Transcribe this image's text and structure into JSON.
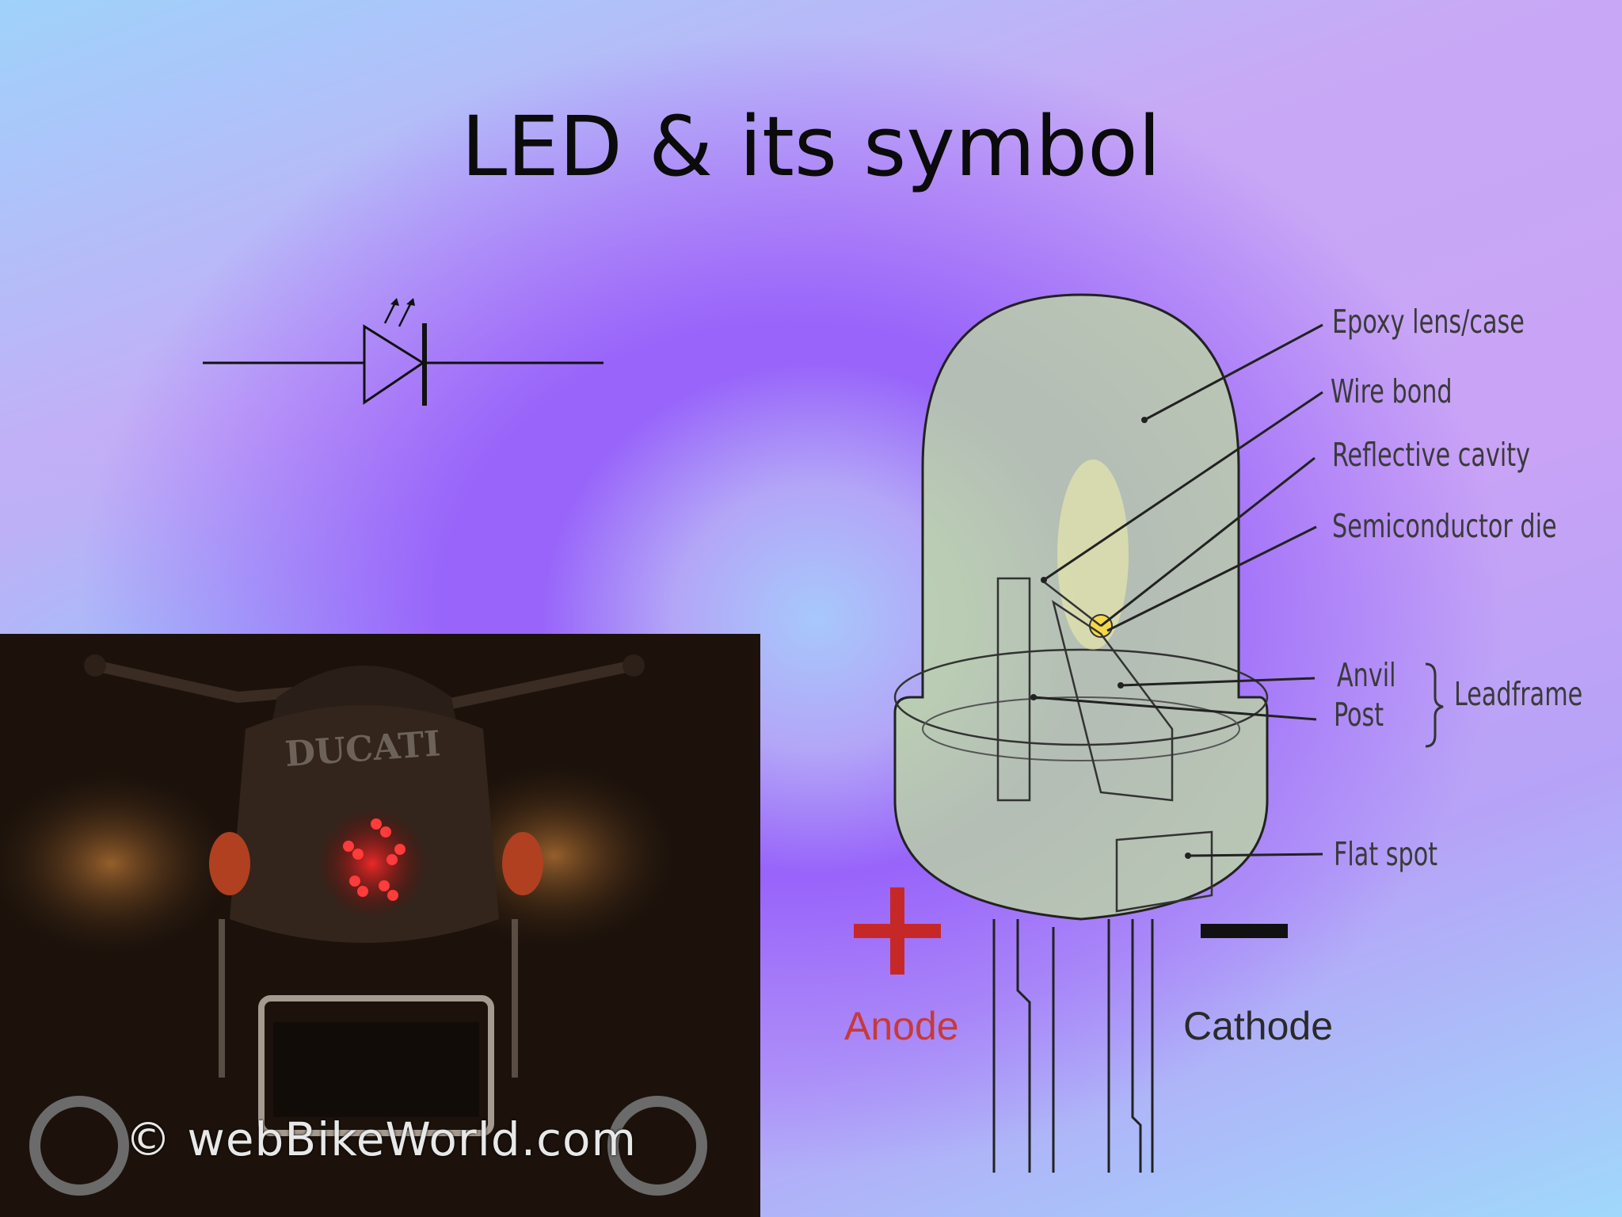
{
  "slide": {
    "title": "LED & its symbol"
  },
  "photo": {
    "brand": "DUCATI",
    "watermark": "© webBikeWorld.com"
  },
  "diagram": {
    "callouts": {
      "epoxy": "Epoxy lens/case",
      "wire_bond": "Wire bond",
      "reflective_cavity": "Reflective cavity",
      "semiconductor_die": "Semiconductor die",
      "anvil": "Anvil",
      "post": "Post",
      "leadframe": "Leadframe",
      "flat_spot": "Flat spot"
    },
    "anode_label": "Anode",
    "cathode_label": "Cathode",
    "colors": {
      "anode": "#c63a3a",
      "cathode": "#111111",
      "lens": "#bcd7a2"
    }
  }
}
